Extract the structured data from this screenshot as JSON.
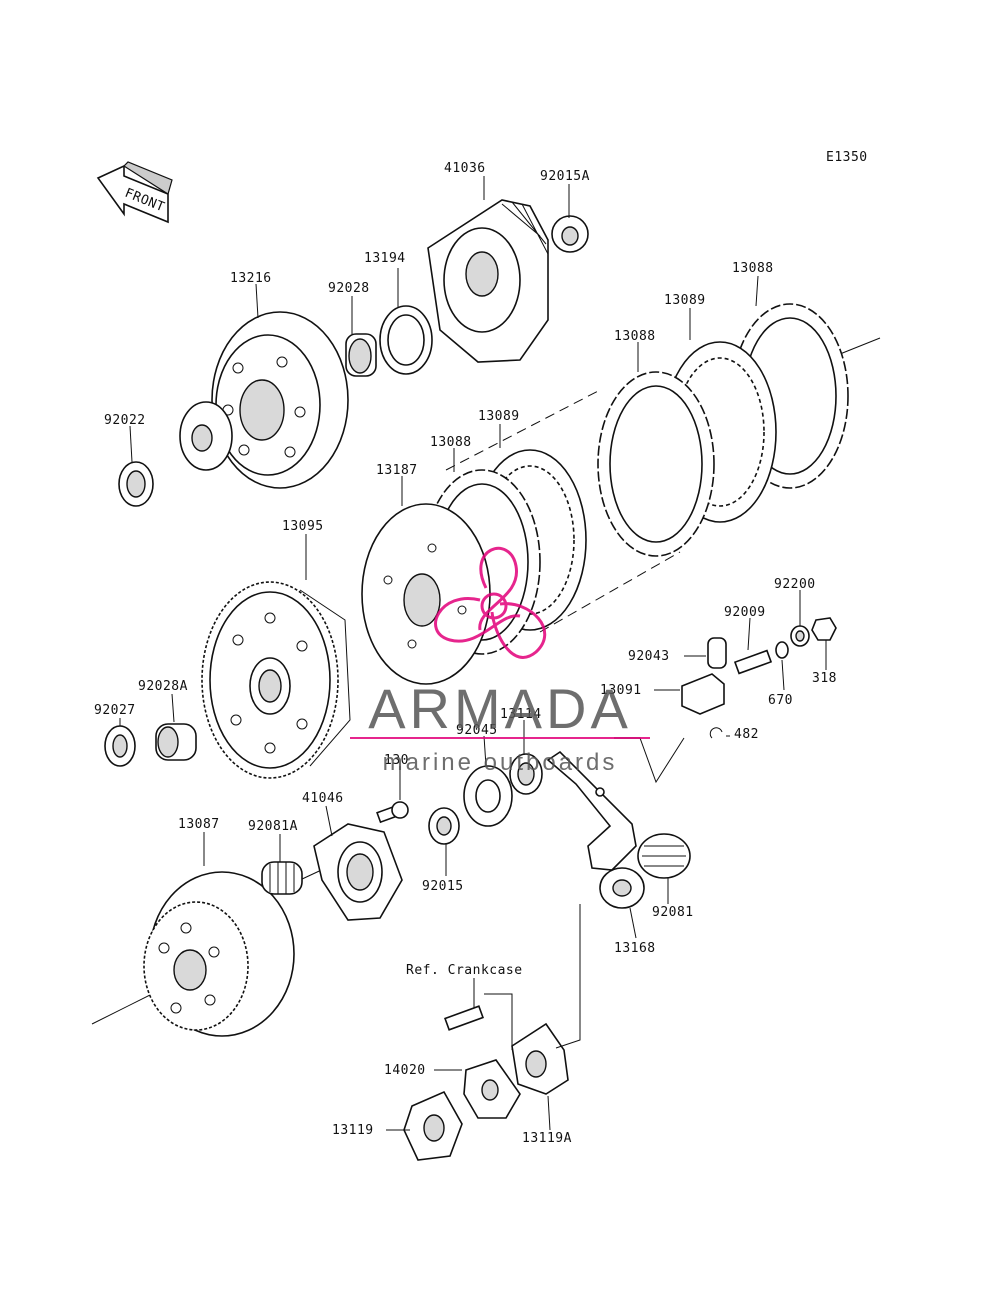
{
  "diagram": {
    "code": "E1350",
    "front_label": "FRONT",
    "parts": [
      {
        "id": "p-41036",
        "label": "41036"
      },
      {
        "id": "p-92015A",
        "label": "92015A"
      },
      {
        "id": "p-13088-a",
        "label": "13088"
      },
      {
        "id": "p-13089-a",
        "label": "13089"
      },
      {
        "id": "p-13088-b",
        "label": "13088"
      },
      {
        "id": "p-13216",
        "label": "13216"
      },
      {
        "id": "p-13194",
        "label": "13194"
      },
      {
        "id": "p-92028",
        "label": "92028"
      },
      {
        "id": "p-92022",
        "label": "92022"
      },
      {
        "id": "p-13089-b",
        "label": "13089"
      },
      {
        "id": "p-13088-c",
        "label": "13088"
      },
      {
        "id": "p-13187",
        "label": "13187"
      },
      {
        "id": "p-13095",
        "label": "13095"
      },
      {
        "id": "p-92200",
        "label": "92200"
      },
      {
        "id": "p-92009",
        "label": "92009"
      },
      {
        "id": "p-92043",
        "label": "92043"
      },
      {
        "id": "p-318",
        "label": "318"
      },
      {
        "id": "p-13091",
        "label": "13091"
      },
      {
        "id": "p-670",
        "label": "670"
      },
      {
        "id": "p-92028A",
        "label": "92028A"
      },
      {
        "id": "p-92027",
        "label": "92027"
      },
      {
        "id": "p-13114",
        "label": "13114"
      },
      {
        "id": "p-92045",
        "label": "92045"
      },
      {
        "id": "p-482",
        "label": "482"
      },
      {
        "id": "p-130",
        "label": "130"
      },
      {
        "id": "p-41046",
        "label": "41046"
      },
      {
        "id": "p-13087",
        "label": "13087"
      },
      {
        "id": "p-92081A",
        "label": "92081A"
      },
      {
        "id": "p-92015",
        "label": "92015"
      },
      {
        "id": "p-92081",
        "label": "92081"
      },
      {
        "id": "p-13168",
        "label": "13168"
      },
      {
        "id": "p-ref",
        "label": "Ref. Crankcase"
      },
      {
        "id": "p-14020",
        "label": "14020"
      },
      {
        "id": "p-13119",
        "label": "13119"
      },
      {
        "id": "p-13119A",
        "label": "13119A"
      }
    ]
  },
  "watermark": {
    "brand": "ARMADA",
    "tagline": "marine outboards",
    "color_main": "#555555",
    "color_accent": "#e2007a"
  }
}
